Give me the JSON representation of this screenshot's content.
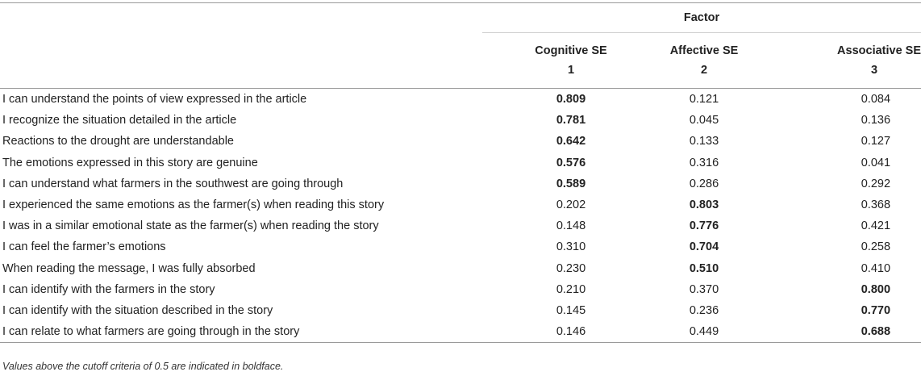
{
  "header": {
    "factor_label": "Factor",
    "columns": [
      {
        "name": "Cognitive SE",
        "number": "1"
      },
      {
        "name": "Affective SE",
        "number": "2"
      },
      {
        "name": "Associative SE",
        "number": "3"
      }
    ]
  },
  "rows": [
    {
      "item": "I can understand the points of view expressed in the article",
      "values": [
        "0.809",
        "0.121",
        "0.084"
      ],
      "bold_index": 0
    },
    {
      "item": "I recognize the situation detailed in the article",
      "values": [
        "0.781",
        "0.045",
        "0.136"
      ],
      "bold_index": 0
    },
    {
      "item": "Reactions to the drought are understandable",
      "values": [
        "0.642",
        "0.133",
        "0.127"
      ],
      "bold_index": 0
    },
    {
      "item": "The emotions expressed in this story are genuine",
      "values": [
        "0.576",
        "0.316",
        "0.041"
      ],
      "bold_index": 0
    },
    {
      "item": "I can understand what farmers in the southwest are going through",
      "values": [
        "0.589",
        "0.286",
        "0.292"
      ],
      "bold_index": 0
    },
    {
      "item": "I experienced the same emotions as the farmer(s) when reading this story",
      "values": [
        "0.202",
        "0.803",
        "0.368"
      ],
      "bold_index": 1
    },
    {
      "item": "I was in a similar emotional state as the farmer(s) when reading the story",
      "values": [
        "0.148",
        "0.776",
        "0.421"
      ],
      "bold_index": 1
    },
    {
      "item": "I can feel the farmer’s emotions",
      "values": [
        "0.310",
        "0.704",
        "0.258"
      ],
      "bold_index": 1
    },
    {
      "item": "When reading the message, I was fully absorbed",
      "values": [
        "0.230",
        "0.510",
        "0.410"
      ],
      "bold_index": 1
    },
    {
      "item": "I can identify with the farmers in the story",
      "values": [
        "0.210",
        "0.370",
        "0.800"
      ],
      "bold_index": 2
    },
    {
      "item": "I can identify with the situation described in the story",
      "values": [
        "0.145",
        "0.236",
        "0.770"
      ],
      "bold_index": 2
    },
    {
      "item": "I can relate to what farmers are going through in the story",
      "values": [
        "0.146",
        "0.449",
        "0.688"
      ],
      "bold_index": 2
    }
  ],
  "footnote": "Values above the cutoff criteria of 0.5 are indicated in boldface."
}
